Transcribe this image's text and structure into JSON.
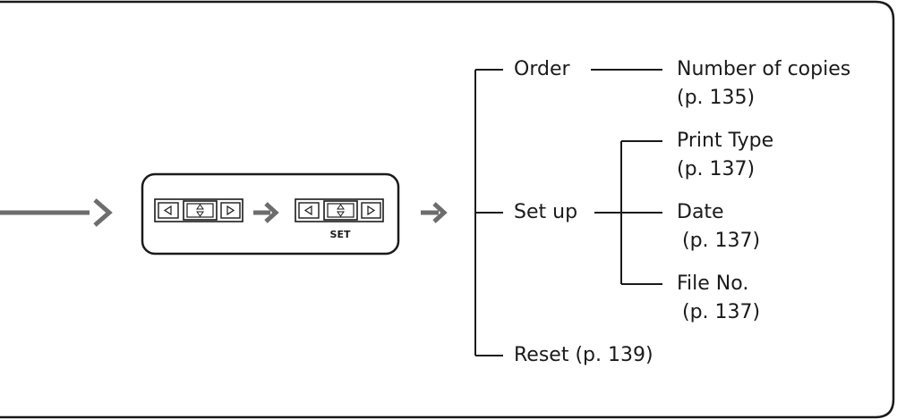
{
  "controls": {
    "set_label": "SET"
  },
  "tree": {
    "order": {
      "label": "Order",
      "child": {
        "name": "Number of copies",
        "ref": "(p. 135)"
      }
    },
    "setup": {
      "label": "Set up",
      "children": [
        {
          "name": "Print Type",
          "ref": "(p. 137)"
        },
        {
          "name": "Date",
          "ref": "(p. 137)"
        },
        {
          "name": "File No.",
          "ref": "(p. 137)"
        }
      ]
    },
    "reset": {
      "label": "Reset (p. 139)"
    }
  },
  "colors": {
    "frame": "#1a1a1a",
    "arrow": "#6d6d6d",
    "text": "#1a1a1a"
  }
}
